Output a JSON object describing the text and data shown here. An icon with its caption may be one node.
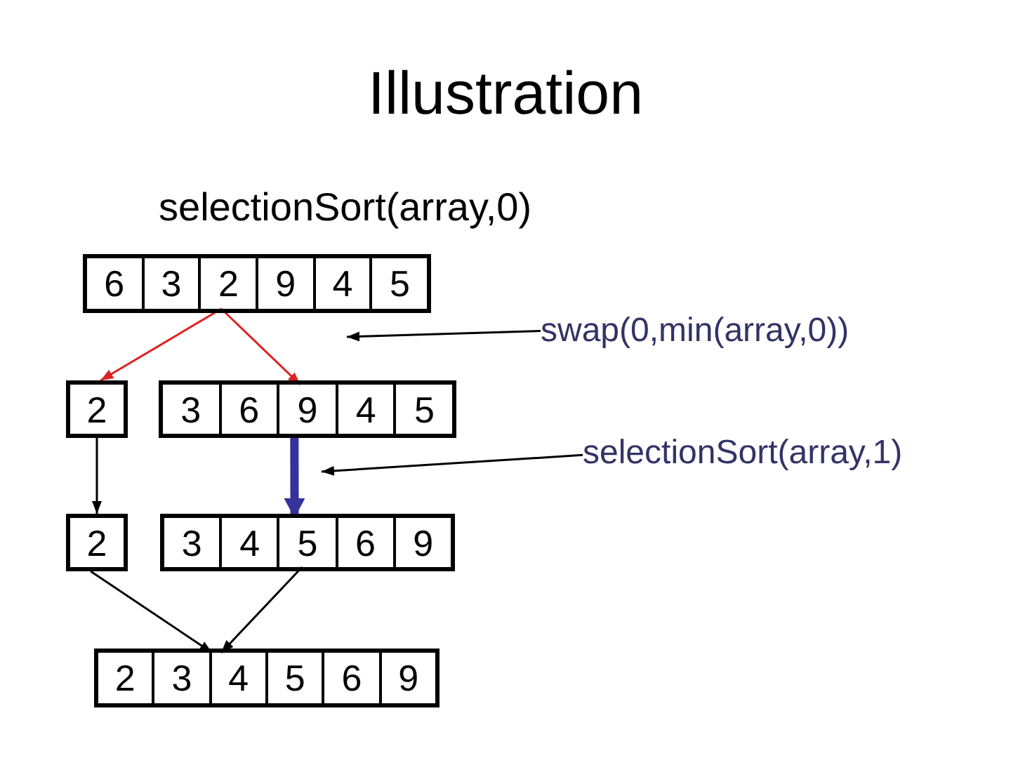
{
  "diagram": {
    "title": "Illustration",
    "nodes": [
      {
        "text": [],
        "shape": "box"
      },
      {
        "text": [
          "6"
        ],
        "in": 0
      },
      {
        "text": [
          "3"
        ],
        "in": 0
      },
      {
        "text": [
          "2"
        ],
        "in": 0
      },
      {
        "text": [
          "9"
        ],
        "in": 0
      },
      {
        "text": [
          "4"
        ],
        "in": 0
      },
      {
        "text": [
          "5"
        ],
        "in": 0
      },
      {
        "text": [
          "swap(0,min(array,0))"
        ]
      },
      {
        "text": [
          "2"
        ]
      },
      {
        "text": [],
        "shape": "box"
      },
      {
        "text": [
          "3"
        ],
        "in": 9
      },
      {
        "text": [
          "6"
        ],
        "in": 9
      },
      {
        "text": [
          "9"
        ],
        "in": 9
      },
      {
        "text": [
          "4"
        ],
        "in": 9
      },
      {
        "text": [
          "5"
        ],
        "in": 9
      },
      {
        "text": [
          "selectionSort(array,1)"
        ]
      },
      {
        "text": [
          "2"
        ]
      },
      {
        "text": [],
        "shape": "box"
      },
      {
        "text": [
          "3"
        ],
        "in": 17
      },
      {
        "text": [
          "4"
        ],
        "in": 17
      },
      {
        "text": [
          "5"
        ],
        "in": 17
      },
      {
        "text": [
          "6"
        ],
        "in": 17
      },
      {
        "text": [
          "9"
        ],
        "in": 17
      },
      {
        "text": [],
        "shape": "box"
      },
      {
        "text": [
          "2"
        ],
        "in": 23
      },
      {
        "text": [
          "3"
        ],
        "in": 23
      },
      {
        "text": [
          "4"
        ],
        "in": 23
      },
      {
        "text": [
          "5"
        ],
        "in": 23
      },
      {
        "text": [
          "6"
        ],
        "in": 23
      },
      {
        "text": [
          "9"
        ],
        "in": 23
      }
    ],
    "edges": [
      {
        "from": 3,
        "to": 8,
        "arrow": "to",
        "color": "#dd2222"
      },
      {
        "from": 3,
        "to": 12,
        "arrow": "to",
        "color": "#dd2222"
      },
      {
        "from": 7,
        "to": 0,
        "arrow": "to"
      },
      {
        "from": 8,
        "to": 16,
        "arrow": "to"
      },
      {
        "from": 12,
        "to": 20,
        "arrow": "to",
        "style": "thick",
        "color": "#333399"
      },
      {
        "from": 15,
        "to": 9,
        "arrow": "to"
      },
      {
        "from": 16,
        "to": 26,
        "arrow": "to"
      },
      {
        "from": 20,
        "to": 26,
        "arrow": "to"
      }
    ],
    "labels": [
      "selectionSort(array,0)"
    ]
  }
}
